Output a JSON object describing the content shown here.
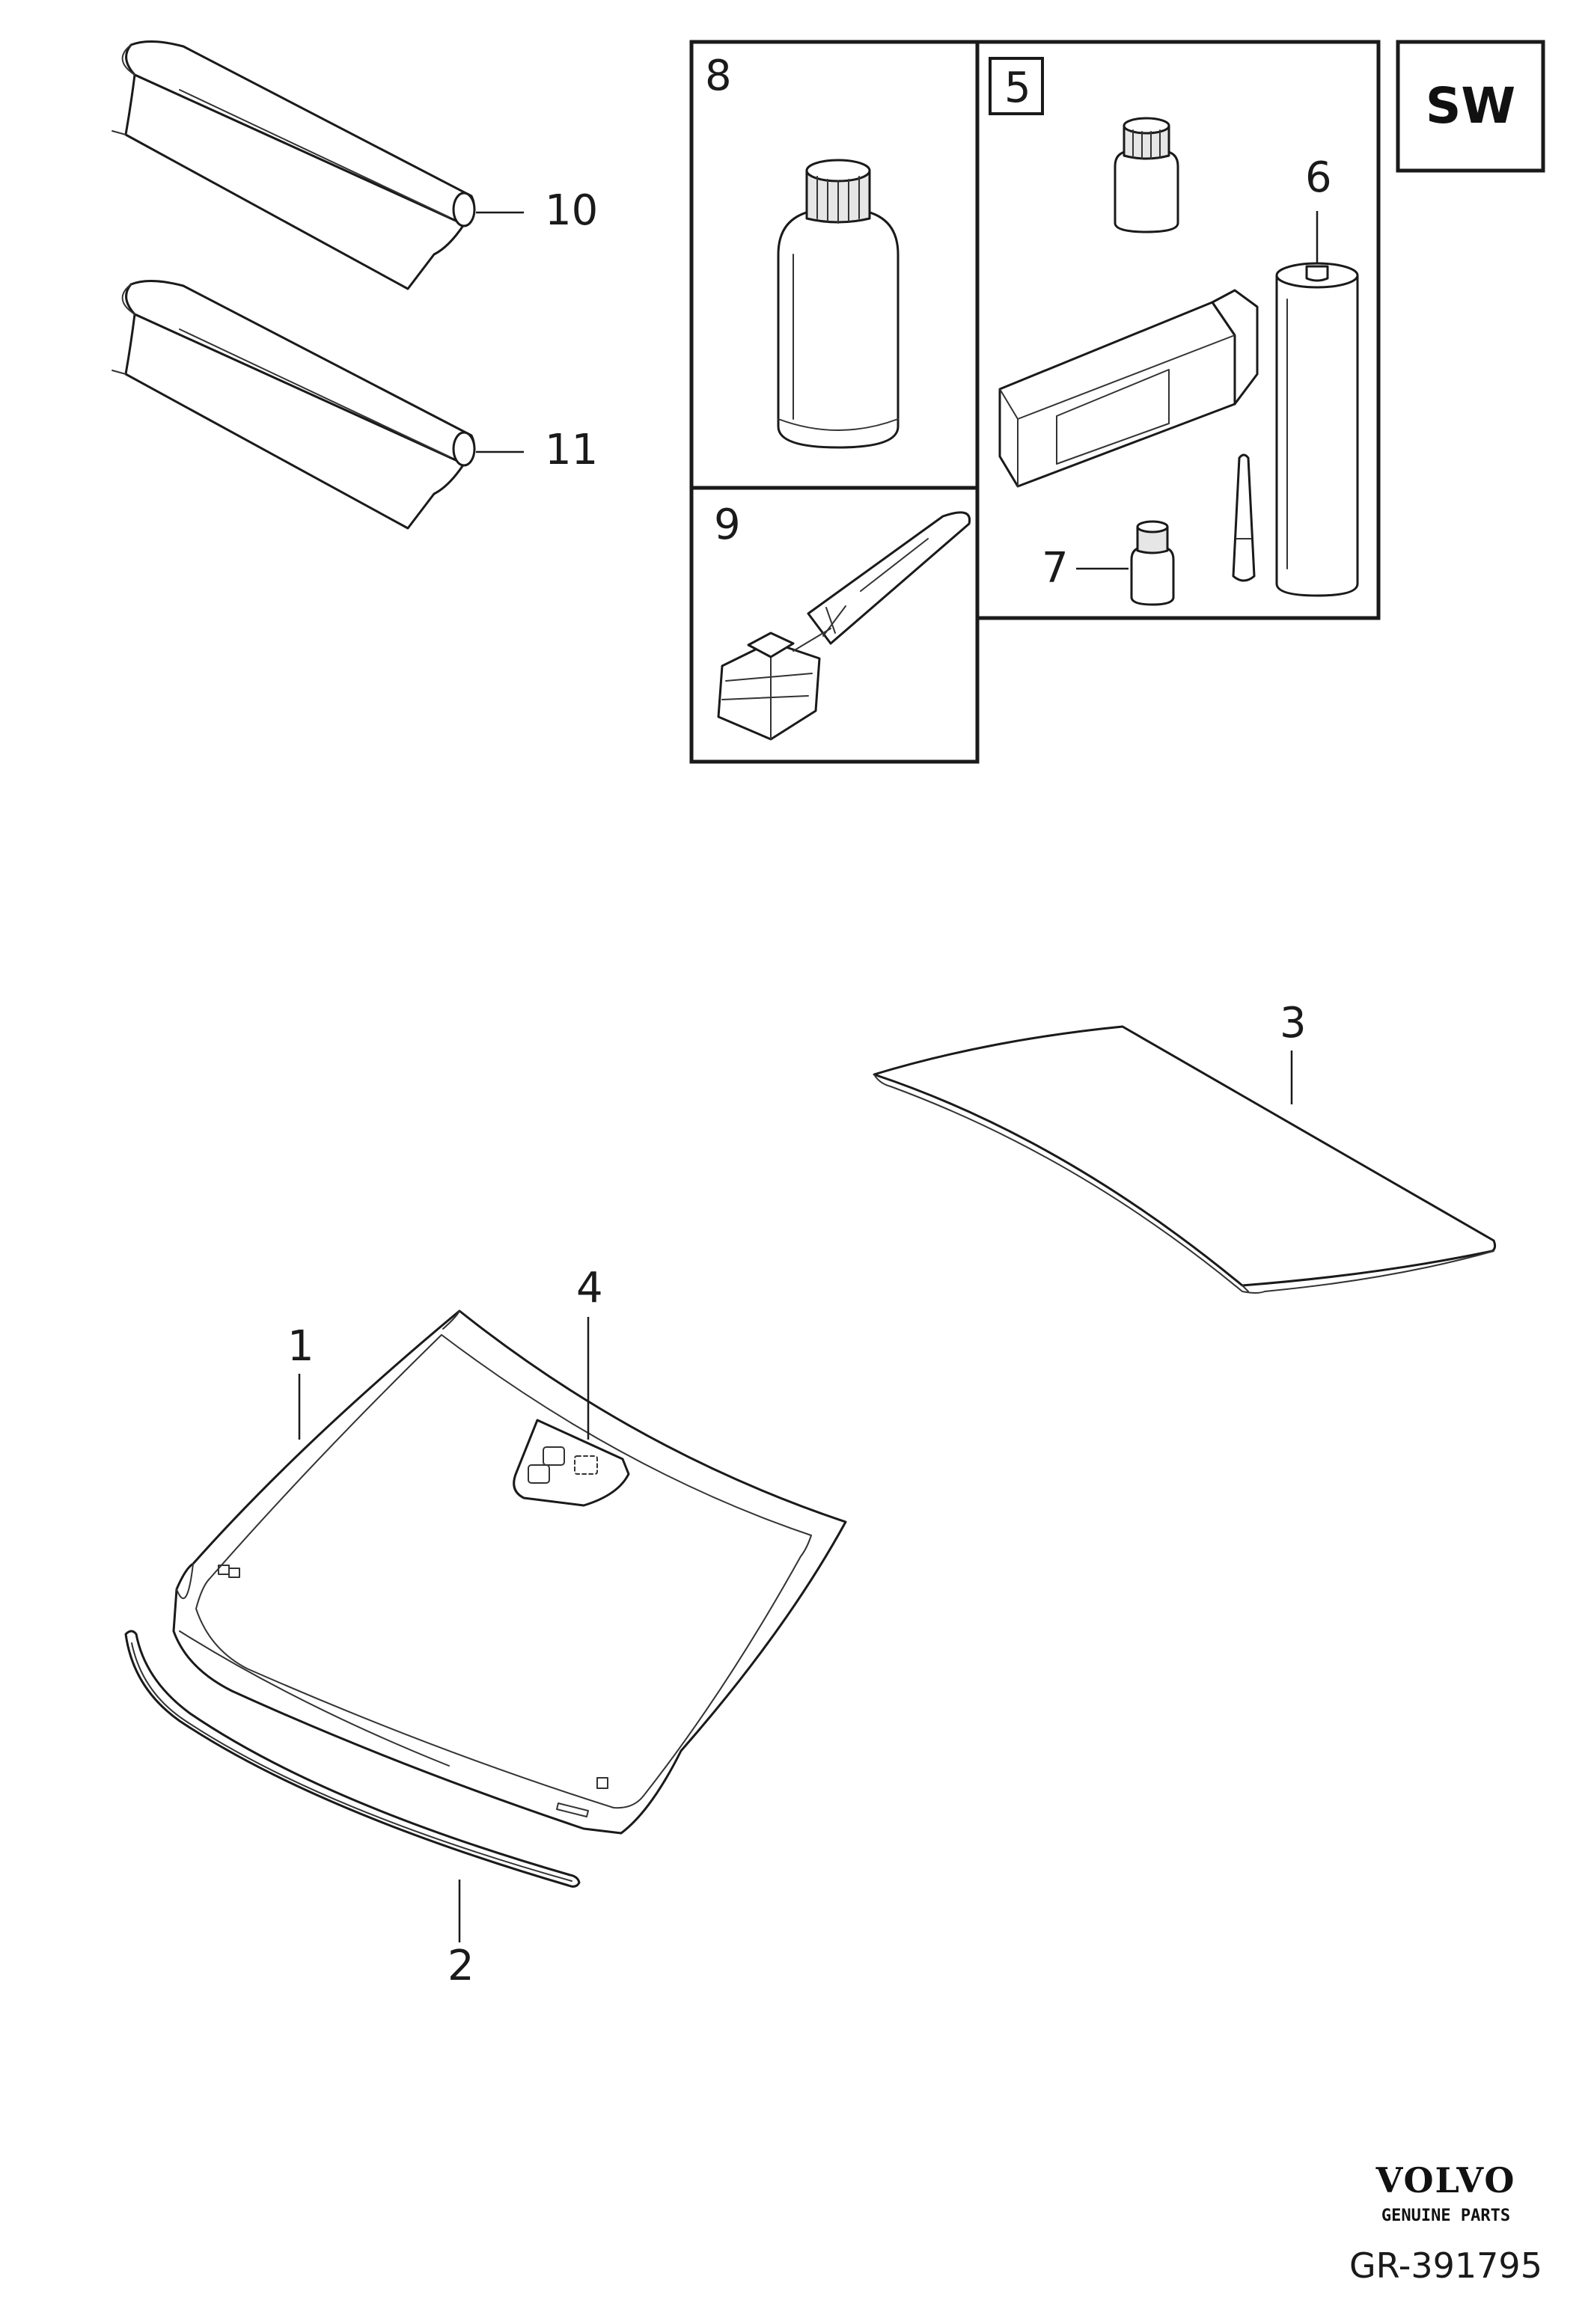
{
  "badge": {
    "label": "SW"
  },
  "callouts": {
    "c1": "1",
    "c2": "2",
    "c3": "3",
    "c4": "4",
    "c5": "5",
    "c6": "6",
    "c7": "7",
    "c8": "8",
    "c9": "9",
    "c10": "10",
    "c11": "11"
  },
  "brand": {
    "name": "VOLVO",
    "tagline": "GENUINE PARTS"
  },
  "reference": "GR-391795",
  "icons": {
    "part_1": "windscreen-icon",
    "part_2": "moulding-strip-icon",
    "part_3": "rear-window-glass-icon",
    "part_4": "sensor-area-icon",
    "part_6": "adhesive-cartridge-icon",
    "part_7": "primer-bottle-icon",
    "part_8": "cleaner-bottle-icon",
    "part_9": "wire-cutting-tool-icon",
    "part_10": "film-roll-icon",
    "part_11": "film-roll-icon"
  }
}
